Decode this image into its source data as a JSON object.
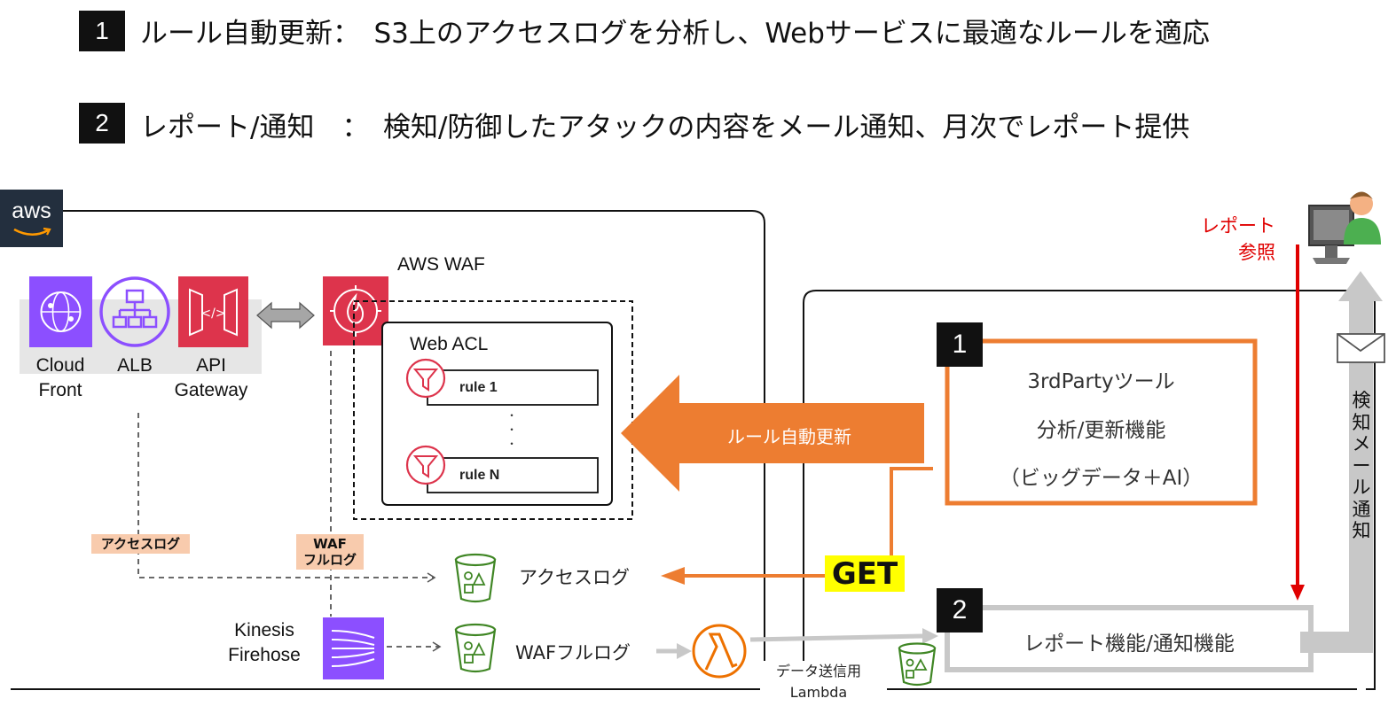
{
  "header": {
    "item1": {
      "num": "1",
      "text": "ルール自動更新：　S3上のアクセスログを分析し、Webサービスに最適なルールを適応"
    },
    "item2": {
      "num": "2",
      "text": "レポート/通知　：　検知/防御したアタックの内容をメール通知、月次でレポート提供"
    }
  },
  "aws_logo": "aws",
  "services": {
    "cloudfront": "Cloud\nFront",
    "alb": "ALB",
    "apigateway": "API\nGateway",
    "kinesis": "Kinesis\nFirehose"
  },
  "waf": {
    "title": "AWS WAF",
    "acl_title": "Web ACL",
    "rule1": "rule 1",
    "ruleN": "rule N",
    "dots": "・\n・\n・"
  },
  "tags": {
    "access_log": "アクセスログ",
    "waf_full_log": "WAF\nフルログ"
  },
  "buckets": {
    "access_log": "アクセスログ",
    "waf_full_log": "WAFフルログ"
  },
  "lambda_label": "データ送信用\nLambda",
  "arrow_label": "ルール自動更新",
  "get_label": "GET",
  "third_party": {
    "num": "1",
    "line1": "3rdPartyツール",
    "line2": "分析/更新機能",
    "line3": "（ビッグデータ＋AI）"
  },
  "report": {
    "num": "2",
    "label": "レポート機能/通知機能"
  },
  "report_ref": "レポート\n参照",
  "mail_notice": "検\n知\nメ\nー\nル\n通\n知",
  "colors": {
    "orange": "#ed7d31",
    "red": "#e00000",
    "gray": "#c8c8c8",
    "aws_dark": "#232f3e",
    "cloudfront": "#8c4fff",
    "alb": "#8c4fff",
    "api": "#e7157b",
    "waf": "#dd344c",
    "s3": "#3f8624",
    "lambda": "#ed7100",
    "get_bg": "#ffff00",
    "tag_bg": "#f8cbad"
  }
}
